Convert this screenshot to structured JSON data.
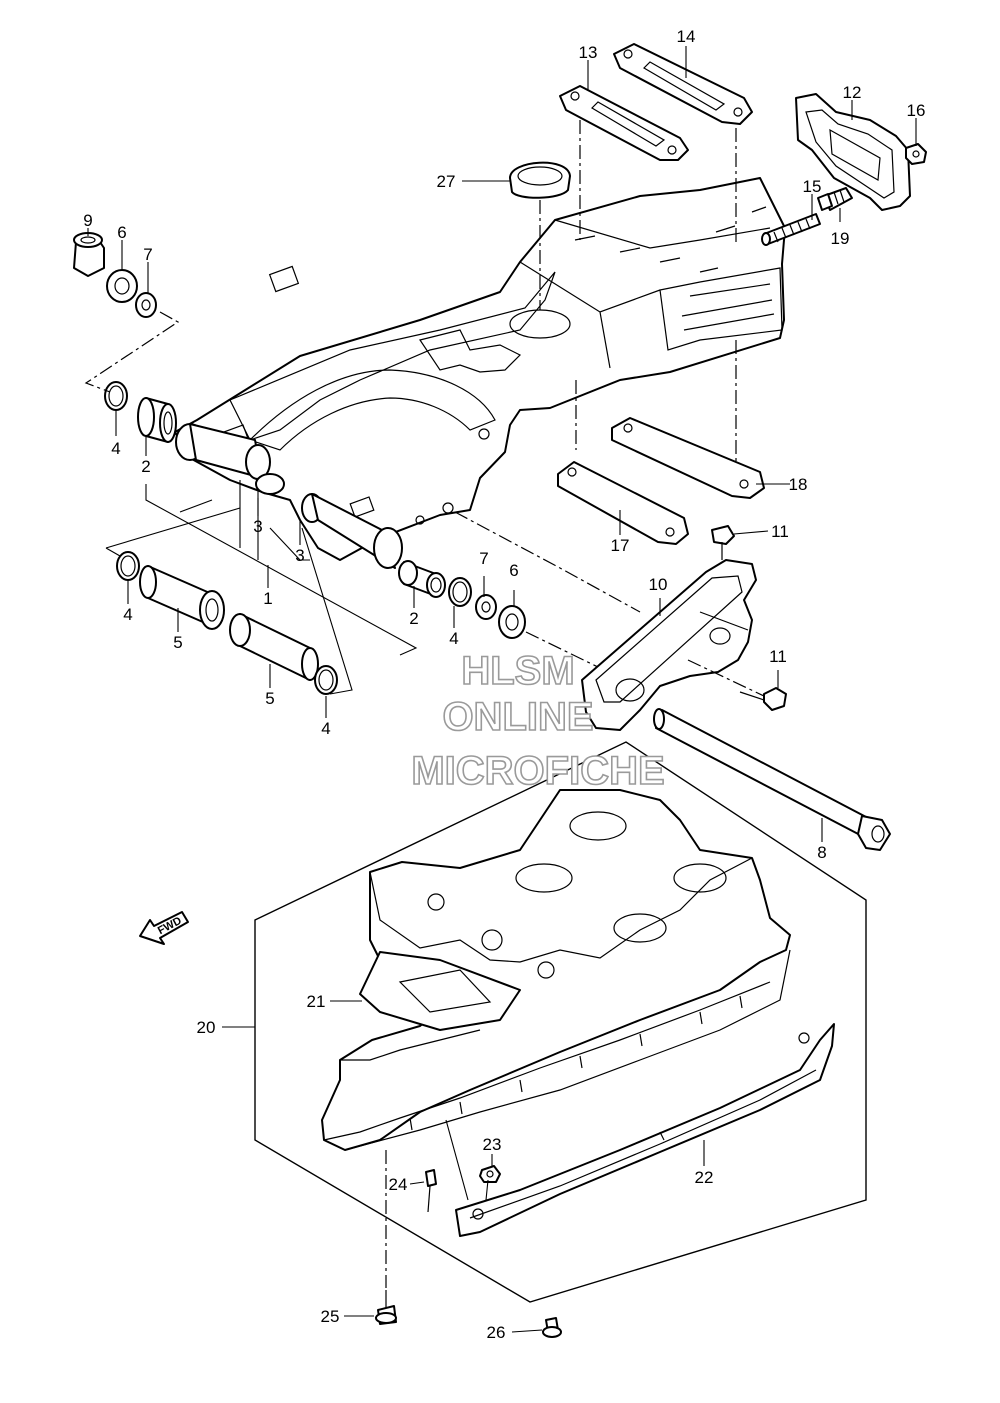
{
  "watermark": {
    "line1": "HLSM",
    "line2": "ONLINE",
    "line3": "MICROFICHE",
    "color": "#9a9a9a"
  },
  "direction_arrow": {
    "label": "FWD"
  },
  "callouts": [
    {
      "id": "c9",
      "label": "9"
    },
    {
      "id": "c6a",
      "label": "6"
    },
    {
      "id": "c7a",
      "label": "7"
    },
    {
      "id": "c13",
      "label": "13"
    },
    {
      "id": "c14",
      "label": "14"
    },
    {
      "id": "c12",
      "label": "12"
    },
    {
      "id": "c16",
      "label": "16"
    },
    {
      "id": "c27",
      "label": "27"
    },
    {
      "id": "c15",
      "label": "15"
    },
    {
      "id": "c19",
      "label": "19"
    },
    {
      "id": "c4a",
      "label": "4"
    },
    {
      "id": "c2a",
      "label": "2"
    },
    {
      "id": "c3a",
      "label": "3"
    },
    {
      "id": "c3b",
      "label": "3"
    },
    {
      "id": "c1",
      "label": "1"
    },
    {
      "id": "c18",
      "label": "18"
    },
    {
      "id": "c11a",
      "label": "11"
    },
    {
      "id": "c17",
      "label": "17"
    },
    {
      "id": "c4b",
      "label": "4"
    },
    {
      "id": "c5a",
      "label": "5"
    },
    {
      "id": "c7b",
      "label": "7"
    },
    {
      "id": "c6b",
      "label": "6"
    },
    {
      "id": "c2b",
      "label": "2"
    },
    {
      "id": "c4c",
      "label": "4"
    },
    {
      "id": "c10",
      "label": "10"
    },
    {
      "id": "c11b",
      "label": "11"
    },
    {
      "id": "c5b",
      "label": "5"
    },
    {
      "id": "c4d",
      "label": "4"
    },
    {
      "id": "c8",
      "label": "8"
    },
    {
      "id": "c21",
      "label": "21"
    },
    {
      "id": "c20",
      "label": "20"
    },
    {
      "id": "c23",
      "label": "23"
    },
    {
      "id": "c22",
      "label": "22"
    },
    {
      "id": "c24",
      "label": "24"
    },
    {
      "id": "c25",
      "label": "25"
    },
    {
      "id": "c26",
      "label": "26"
    }
  ]
}
